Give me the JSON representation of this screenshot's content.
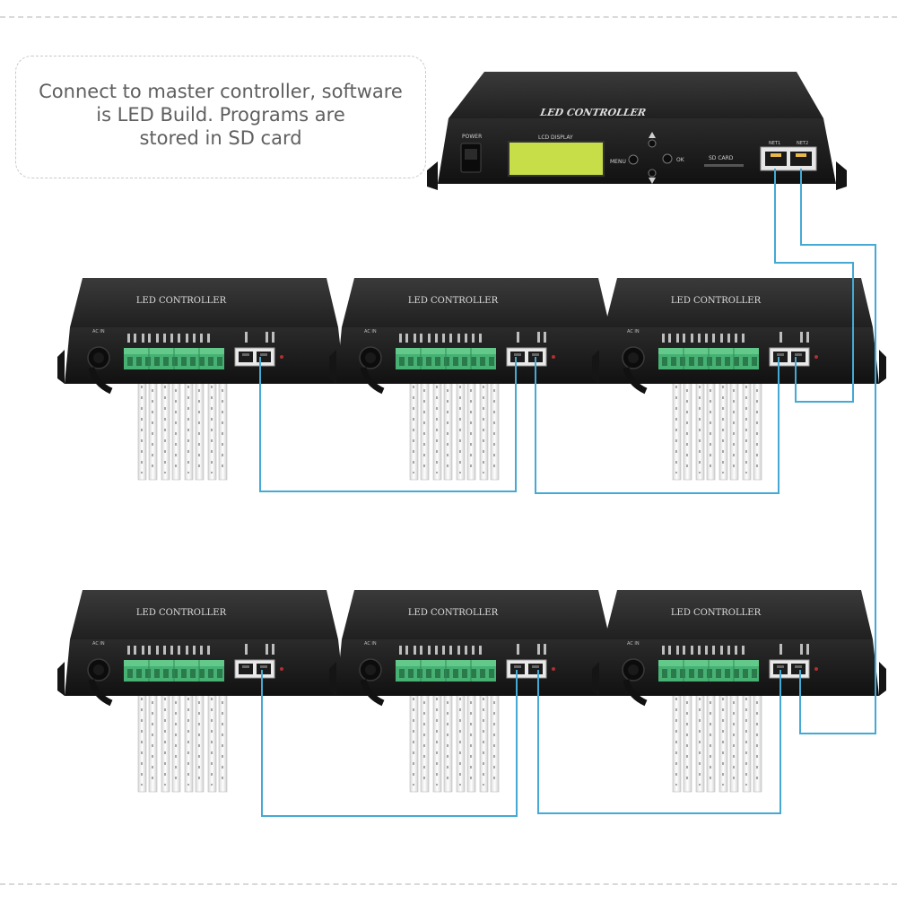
{
  "note": {
    "lines": [
      "Connect to master controller, software",
      "is LED Build. Programs are",
      "stored in SD card"
    ]
  },
  "master": {
    "brand": "LED CONTROLLER",
    "power_label": "POWER",
    "display_label": "LCD DISPLAY",
    "menu_label": "MENU",
    "ok_label": "OK",
    "sd_label": "SD CARD",
    "net1_label": "NET1",
    "net2_label": "NET2"
  },
  "slave": {
    "brand": "LED CONTROLLER",
    "ac_label": "AC IN"
  },
  "colors": {
    "cable": "#45a9d4",
    "device_body": "#1d1d1d",
    "device_top": "#2a2a2a",
    "lcd": "#c9e04a",
    "terminal": "#3fae6f"
  }
}
